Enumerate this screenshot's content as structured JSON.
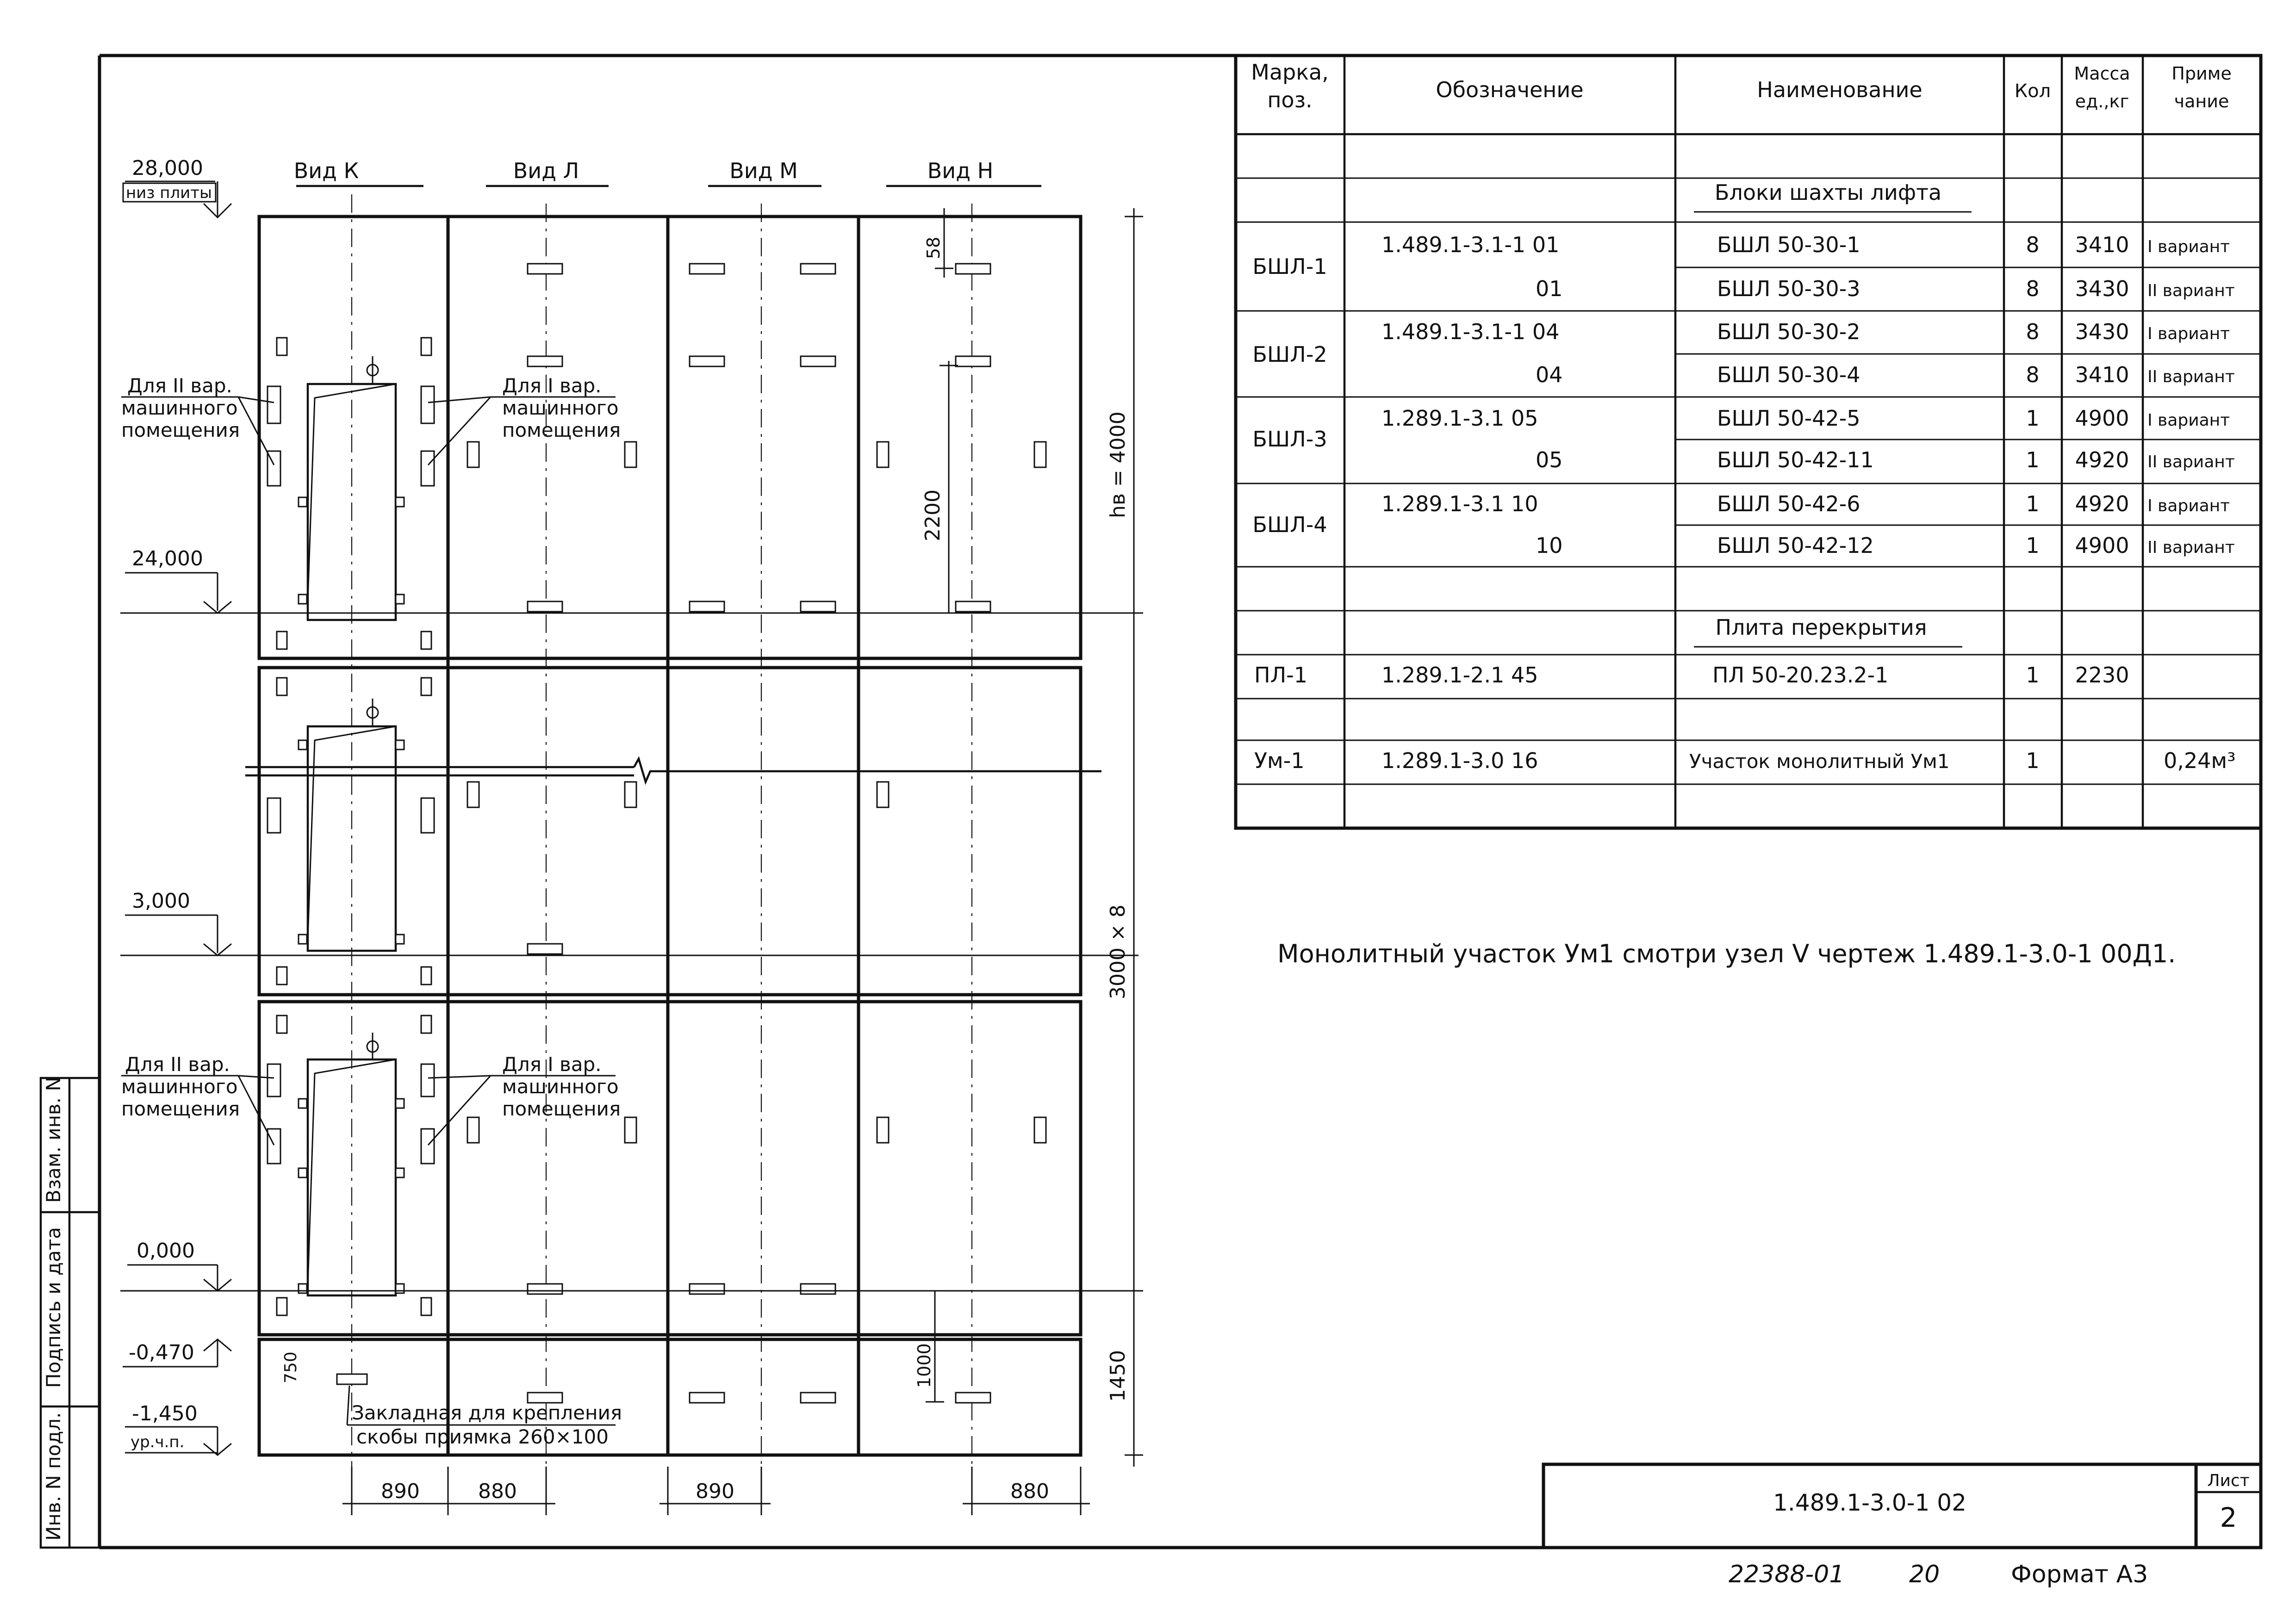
{
  "views": {
    "view_k": "Вид К",
    "view_l": "Вид Л",
    "view_m": "Вид М",
    "view_n": "Вид Н"
  },
  "elevations": {
    "e28": "28,000",
    "e28_note": "низ плиты",
    "e24": "24,000",
    "e3": "3,000",
    "e0": "0,000",
    "em047": "-0,470",
    "em145": "-1,450",
    "em145_note": "ур.ч.п."
  },
  "callouts": {
    "var2_top": [
      "Для II вар.",
      "машинного",
      "помещения"
    ],
    "var1_top": [
      "Для I вар.",
      "машинного",
      "помещения"
    ],
    "var2_bottom": [
      "Для II вар.",
      "машинного",
      "помещения"
    ],
    "var1_bottom": [
      "Для I вар.",
      "машинного",
      "помещения"
    ],
    "embed_note": [
      "Закладная для крепления",
      "скобы приямка 260×100"
    ]
  },
  "dimensions": {
    "hb": "hв = 4000",
    "floors": "3000 × 8",
    "pit": "1450",
    "d58": "58",
    "d2200": "2200",
    "d750": "750",
    "d1000": "1000",
    "b890a": "890",
    "b880a": "880",
    "b890b": "890",
    "b880b": "880"
  },
  "spec_table": {
    "headers": {
      "mark": [
        "Марка,",
        "поз."
      ],
      "designation": "Обозначение",
      "name": "Наименование",
      "qty": "Кол",
      "mass": [
        "Масса",
        "ед.,кг"
      ],
      "note": [
        "Приме",
        "чание"
      ]
    },
    "section_shaft": "Блоки шахты лифта",
    "section_slab": "Плита перекрытия",
    "rows": [
      {
        "mark": "БШЛ-1",
        "designation": "1.489.1-3.1-1  01",
        "name": "БШЛ 50-30-1",
        "qty": "8",
        "mass": "3410",
        "note": "I вариант"
      },
      {
        "mark": "",
        "designation": "01",
        "name": "БШЛ 50-30-3",
        "qty": "8",
        "mass": "3430",
        "note": "II вариант"
      },
      {
        "mark": "БШЛ-2",
        "designation": "1.489.1-3.1-1  04",
        "name": "БШЛ 50-30-2",
        "qty": "8",
        "mass": "3430",
        "note": "I вариант"
      },
      {
        "mark": "",
        "designation": "04",
        "name": "БШЛ 50-30-4",
        "qty": "8",
        "mass": "3410",
        "note": "II вариант"
      },
      {
        "mark": "БШЛ-3",
        "designation": "1.289.1-3.1  05",
        "name": "БШЛ 50-42-5",
        "qty": "1",
        "mass": "4900",
        "note": "I вариант"
      },
      {
        "mark": "",
        "designation": "05",
        "name": "БШЛ 50-42-11",
        "qty": "1",
        "mass": "4920",
        "note": "II вариант"
      },
      {
        "mark": "БШЛ-4",
        "designation": "1.289.1-3.1  10",
        "name": "БШЛ 50-42-6",
        "qty": "1",
        "mass": "4920",
        "note": "I вариант"
      },
      {
        "mark": "",
        "designation": "10",
        "name": "БШЛ 50-42-12",
        "qty": "1",
        "mass": "4900",
        "note": "II вариант"
      }
    ],
    "slab_row": {
      "mark": "ПЛ-1",
      "designation": "1.289.1-2.1  45",
      "name": "ПЛ 50-20.23.2-1",
      "qty": "1",
      "mass": "2230",
      "note": ""
    },
    "monolith_row": {
      "mark": "Ум-1",
      "designation": "1.289.1-3.0  16",
      "name": "Участок монолитный Ум1",
      "qty": "1",
      "mass": "",
      "note": "0,24м³"
    }
  },
  "note_text": "Монолитный участок Ум1 смотри узел V чертеж 1.489.1-3.0-1 00Д1.",
  "stamp": {
    "code": "1.489.1-3.0-1  02",
    "sheet_label": "Лист",
    "sheet_no": "2"
  },
  "footer": {
    "inventory": "22388-01",
    "copy": "20",
    "format": "Формат А3"
  },
  "side_strip": {
    "inv_podl": "Инв. N подл.",
    "sign_date": "Подпись и дата",
    "vzam": "Взам. инв. N"
  }
}
